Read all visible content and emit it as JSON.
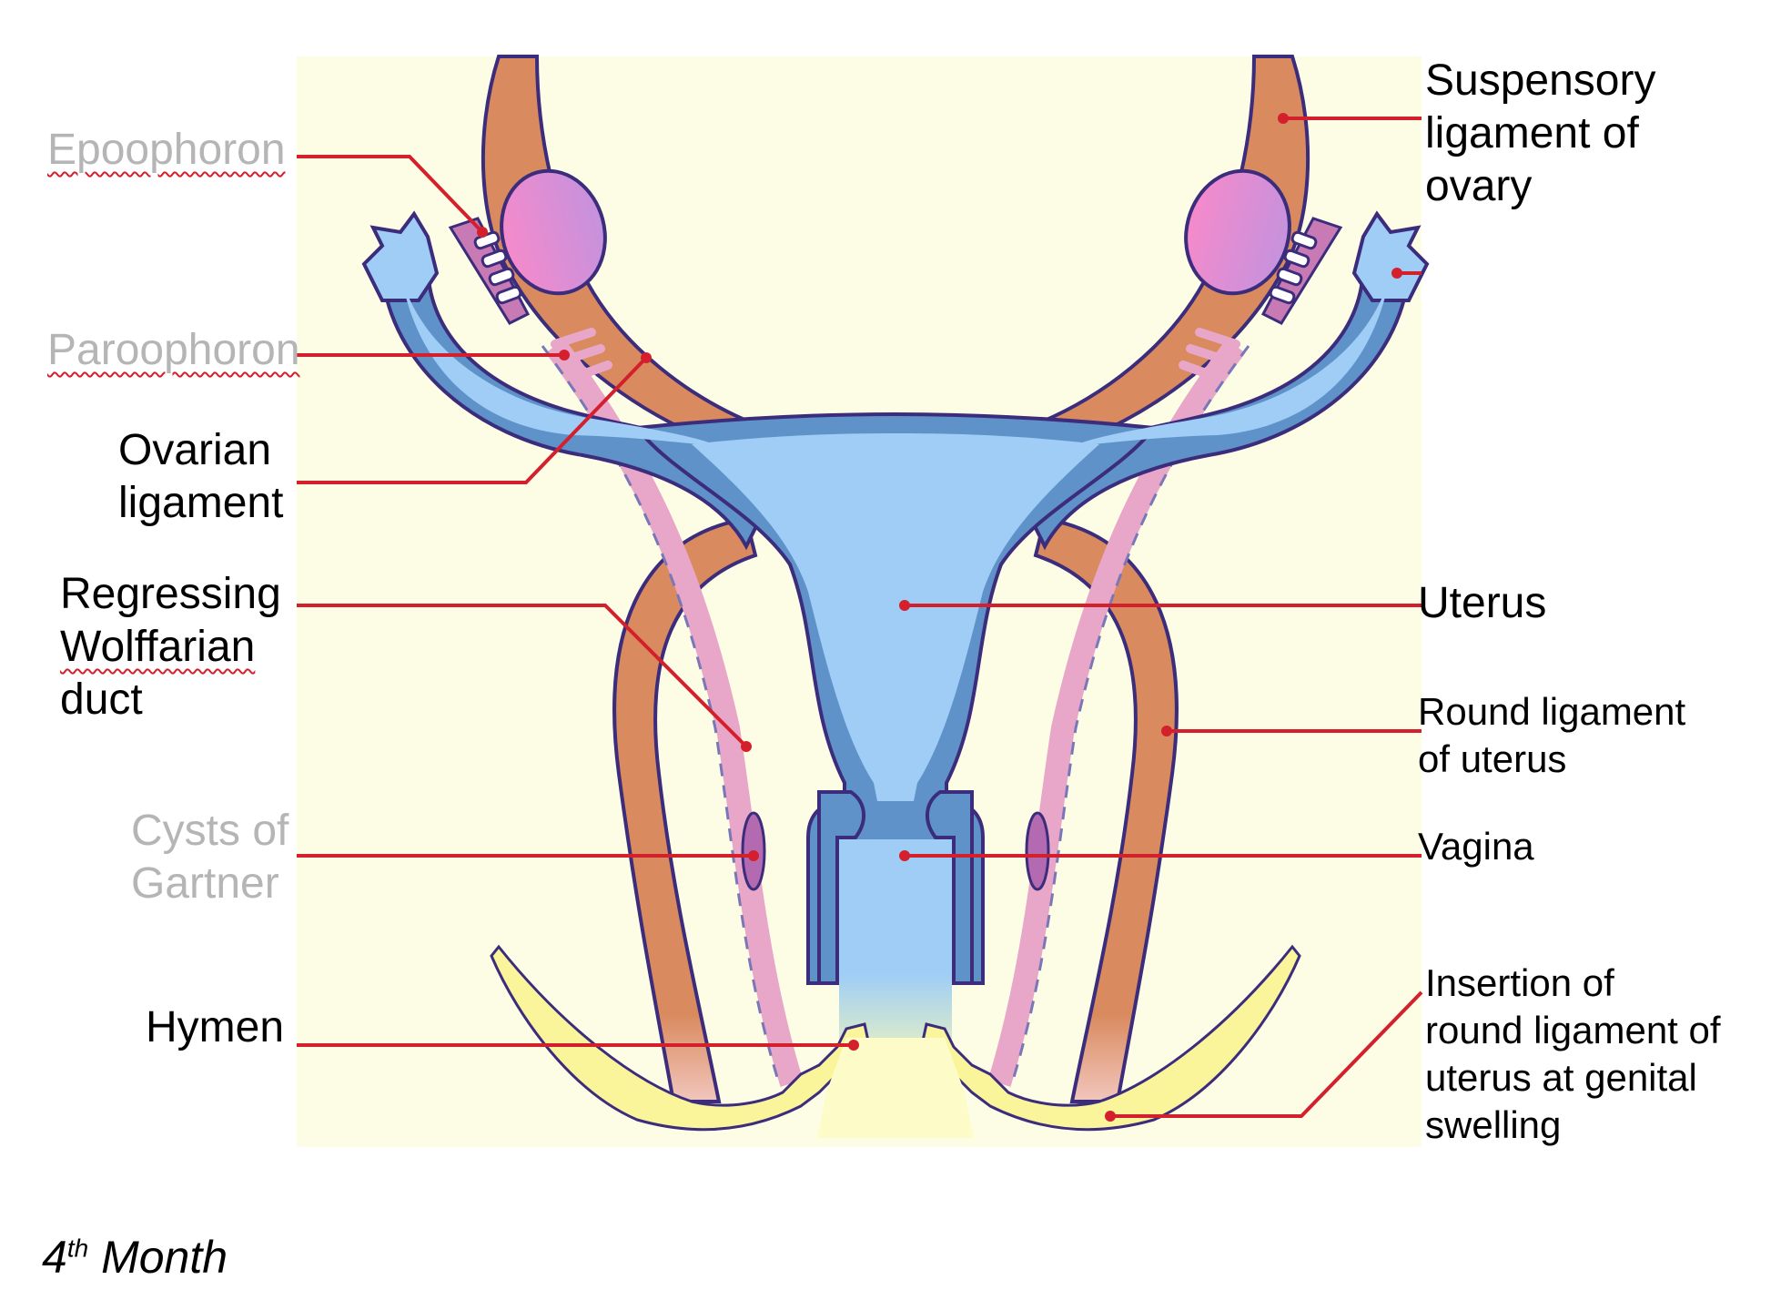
{
  "labels": {
    "epoophoron": "Epoophoron",
    "paroophoron": "Paroophoron",
    "ovarian_ligament": [
      "Ovarian",
      "ligament"
    ],
    "regressing_duct": [
      "Regressing",
      "Wolffarian",
      "duct"
    ],
    "cysts_of_gartner": [
      "Cysts of",
      "Gartner"
    ],
    "hymen": "Hymen",
    "suspensory_ligament": [
      "Suspensory",
      "ligament of",
      "ovary"
    ],
    "uterus": "Uterus",
    "round_ligament": [
      "Round ligament",
      "of uterus"
    ],
    "vagina": "Vagina",
    "insertion": [
      "Insertion of",
      "round ligament of",
      "uterus at genital",
      "swelling"
    ]
  },
  "caption": {
    "number": "4",
    "suffix": "th",
    "word": "Month"
  },
  "colors": {
    "background_panel": "#fdfde6",
    "uterus_fill": "#9fcdf6",
    "uterus_wall": "#5e92c8",
    "ligament": "#d98a5e",
    "ovary": "#f08ac8",
    "duct": "#e8a7c8",
    "genital_swelling": "#faf59a",
    "outline": "#3c2c7c",
    "leader_line": "#d4202c",
    "grey_label": "#b5b5b5"
  }
}
